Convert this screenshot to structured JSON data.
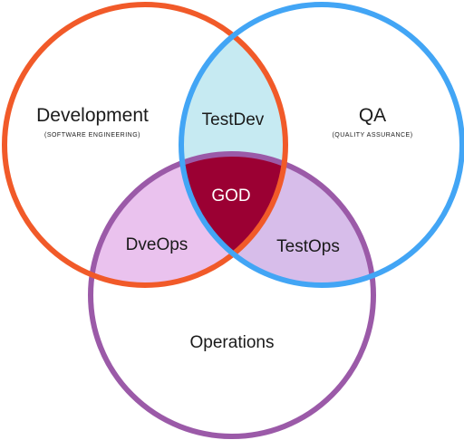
{
  "sets": {
    "development": {
      "label": "Development",
      "sublabel": "(SOFTWARE ENGINEERING)",
      "color": "#f15a29"
    },
    "qa": {
      "label": "QA",
      "sublabel": "(QUALITY ASSURANCE)",
      "color": "#42a5f5"
    },
    "operations": {
      "label": "Operations",
      "color": "#9b5aa8"
    }
  },
  "intersections": {
    "dev_qa": {
      "label": "TestDev",
      "color": "#c6eaf2"
    },
    "dev_ops": {
      "label": "DveOps",
      "color": "#eac2ee"
    },
    "qa_ops": {
      "label": "TestOps",
      "color": "#d7bdea"
    },
    "all": {
      "label": "GOD",
      "color": "#9b0033"
    }
  }
}
